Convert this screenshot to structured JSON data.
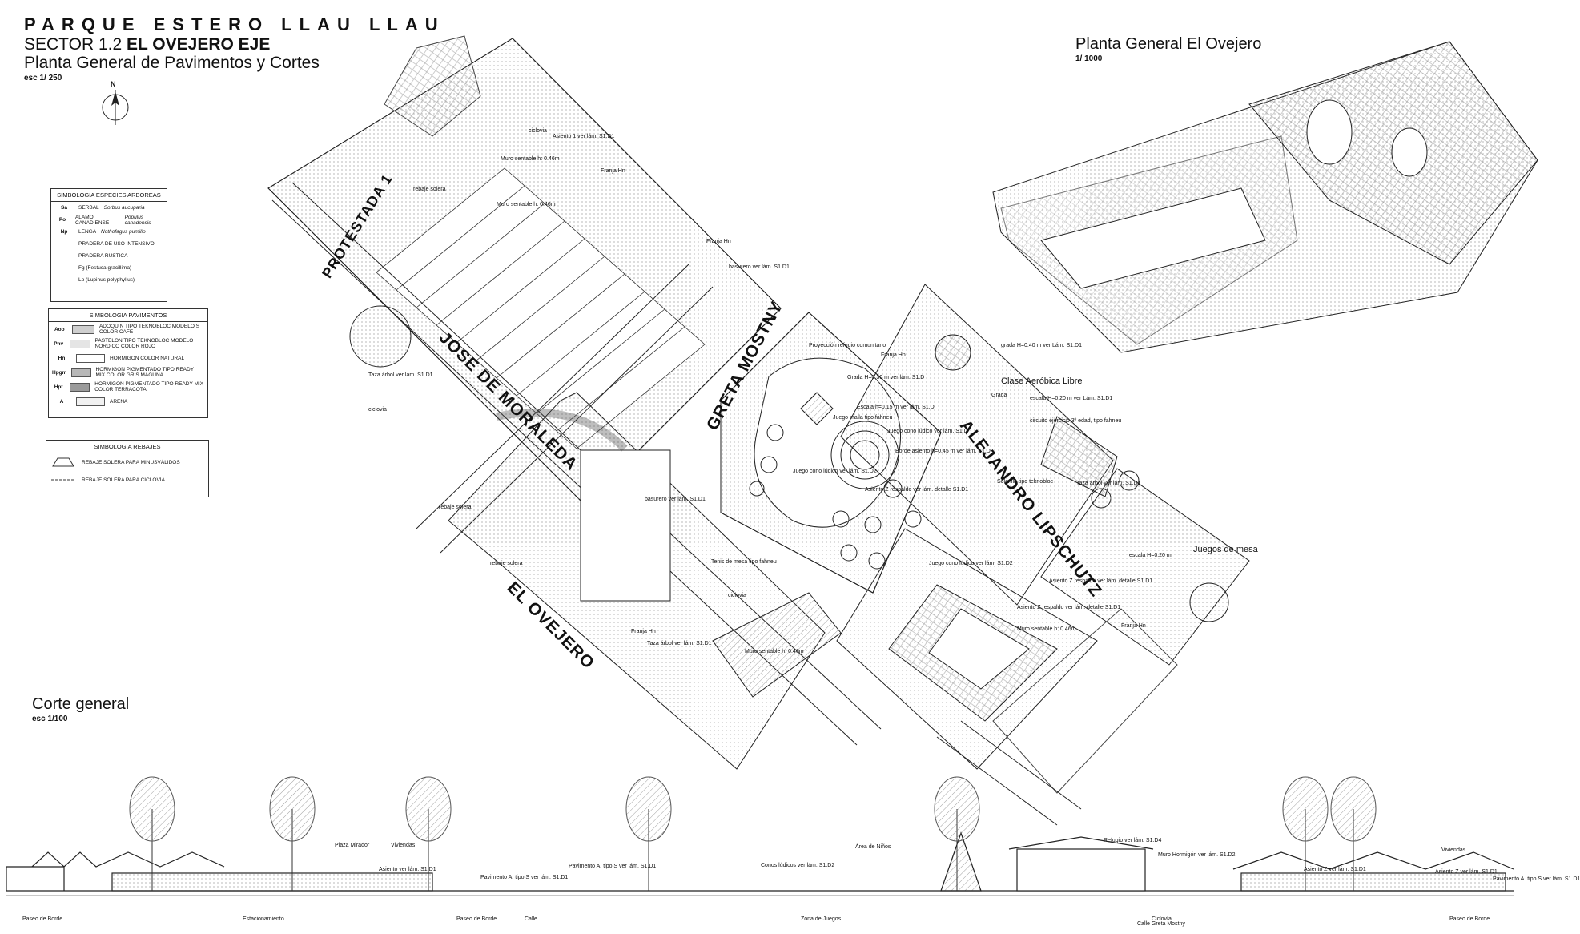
{
  "header": {
    "title": "PARQUE ESTERO LLAU LLAU",
    "sector_prefix": "SECTOR 1.2",
    "sector_name": "EL OVEJERO EJE",
    "subtitle": "Planta General de Pavimentos y Cortes",
    "scale": "esc 1/ 250"
  },
  "compass": {
    "label": "N"
  },
  "overview": {
    "title": "Planta General El Ovejero",
    "scale": "1/ 1000"
  },
  "section": {
    "title": "Corte general",
    "scale": "esc 1/100"
  },
  "legend_trees": {
    "title": "SIMBOLOGIA ESPECIES ARBOREAS",
    "items": [
      {
        "code": "Sa",
        "name": "SERBAL",
        "latin": "Sorbus aucuparia"
      },
      {
        "code": "Po",
        "name": "ALAMO CANADIENSE",
        "latin": "Populus canadensis"
      },
      {
        "code": "Np",
        "name": "LENGA",
        "latin": "Nothofagus pumilio"
      },
      {
        "code": "",
        "name": "PRADERA DE USO INTENSIVO",
        "latin": ""
      },
      {
        "code": "",
        "name": "PRADERA RUSTICA",
        "latin": ""
      },
      {
        "code": "",
        "name": "Fg (Festuca gracillima)",
        "latin": ""
      },
      {
        "code": "",
        "name": "Lp (Lupinus polyphyllus)",
        "latin": ""
      }
    ]
  },
  "legend_pavements": {
    "title": "SIMBOLOGIA PAVIMENTOS",
    "items": [
      {
        "code": "Aoo",
        "name": "ADOQUIN TIPO TEKNOBLOC MODELO S COLOR CAFE"
      },
      {
        "code": "Pnv",
        "name": "PASTELON TIPO TEKNOBLOC MODELO NORDICO COLOR ROJO"
      },
      {
        "code": "Hn",
        "name": "HORMIGON COLOR NATURAL"
      },
      {
        "code": "Hpgm",
        "name": "HORMIGON PIGMENTADO TIPO READY MIX COLOR GRIS MAGUNA"
      },
      {
        "code": "Hpt",
        "name": "HORMIGON PIGMENTADO TIPO READY MIX COLOR TERRACOTA"
      },
      {
        "code": "A",
        "name": "ARENA"
      }
    ]
  },
  "legend_rebajes": {
    "title": "SIMBOLOGIA REBAJES",
    "items": [
      {
        "name": "REBAJE SOLERA PARA MINUSVÁLIDOS"
      },
      {
        "name": "REBAJE SOLERA PARA CICLOVÍA"
      }
    ]
  },
  "streets": {
    "jose": "JOSE DE MORALEDA",
    "greta": "GRETA MOSTNY",
    "alejandro": "ALEJANDRO LIPSCHUTZ",
    "ovejero": "EL OVEJERO",
    "protestada": "PROTESTADA 1"
  },
  "plan_labels": [
    "ciclovia",
    "Asiento 1 ver lám. S1.D1",
    "Franja Hn",
    "Muro sentable h: 0.46m",
    "rebaje solera",
    "Muro sentable h: 0.46m",
    "basurero ver lám. S1.D1",
    "Franja Hn",
    "Taza árbol ver lám. S1.D1",
    "ciclovia",
    "Proyección refugio comunitario",
    "Franja Hn",
    "Grada H=0.30 m ver lám. S1.D",
    "Escala h=0.15 m ver lám. S1.D",
    "Juego malla tipo fahneu",
    "Juego cono lúdico ver lám. S1.D",
    "Borde asiento h=0.45 m ver lám. S1.D",
    "Juego cono lúdico ver lám. S1.D2",
    "Asiento Z respaldo ver lám. detalle S1.D1",
    "Juego cono lúdico ver lám. S1.D2",
    "Solerilla tipo teknobloc",
    "basurero ver lám. S1.D1",
    "Taza árbol ver lám. S1.D1",
    "Tenis de mesa tipo fahneu",
    "ciclovia",
    "Franja Hn",
    "Muro sentable h: 0.46m",
    "Asiento Z respaldo ver lám. detalle S1.D1",
    "Muro sentable h: 0.46m",
    "grada H=0.40 m ver Lám. S1.D1",
    "Clase Aeróbica Libre",
    "Grada",
    "escala H=0.20 m ver Lám. S1.D1",
    "circuito ejercicio 3º edad, tipo fahneu",
    "Taza árbol ver lám. S1.D1",
    "Juegos de mesa",
    "escala H=0.20 m",
    "Asiento Z respaldo ver lám. detalle S1.D1",
    "Franja Hn",
    "rebaje solera",
    "rebaje solera"
  ],
  "section_labels": {
    "top": [
      "Plaza Mirador",
      "Viviendas",
      "Asiento ver lám. S1.D1",
      "Pavimento A. tipo S ver lám. S1.D1",
      "Pavimento A. tipo S ver lám. S1.D1",
      "Conos lúdicos ver lám. S1.D2",
      "Área de Niños",
      "Refugio ver lám. S1.D4",
      "Muro Hormigón ver lám. S1.D2",
      "Asiento Z ver lám. S1.D1",
      "Asiento Z ver lám. S1.D1",
      "Viviendas",
      "Pavimento A. tipo S ver lám. S1.D1"
    ],
    "bottom": [
      "Paseo de Borde",
      "Estacionamiento",
      "Paseo de Borde",
      "Calle",
      "Zona de Juegos",
      "Ciclovía",
      "Calle Greta Mostny",
      "Paseo de Borde"
    ]
  }
}
